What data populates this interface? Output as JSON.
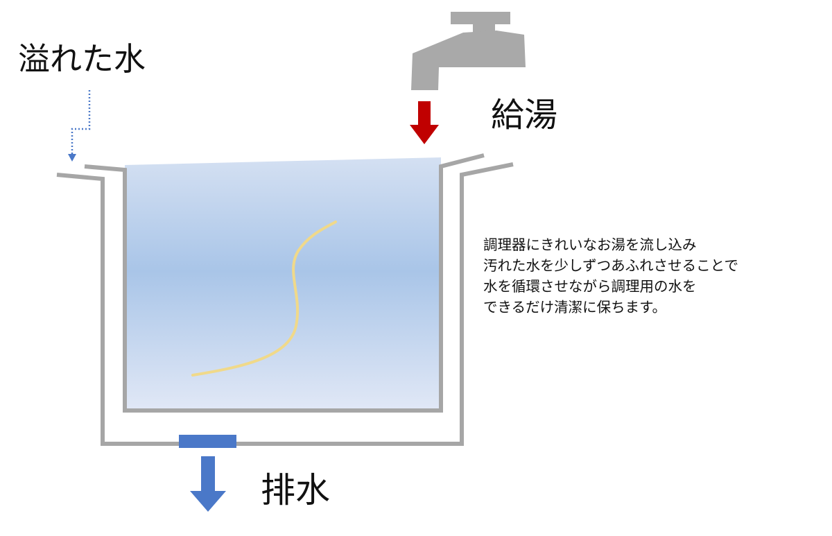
{
  "labels": {
    "overflow": "溢れた水",
    "hot_water": "給湯",
    "drain": "排水"
  },
  "description": [
    "調理器にきれいなお湯を流し込み",
    "汚れた水を少しずつあふれさせることで",
    "水を循環させながら調理用の水を",
    "できるだけ清潔に保ちます。"
  ],
  "colors": {
    "pot": "#a6a6a6",
    "faucet": "#a9a9a9",
    "hot_arrow": "#c00000",
    "drain": "#4a78c8",
    "noodle": "#f0d98a"
  }
}
